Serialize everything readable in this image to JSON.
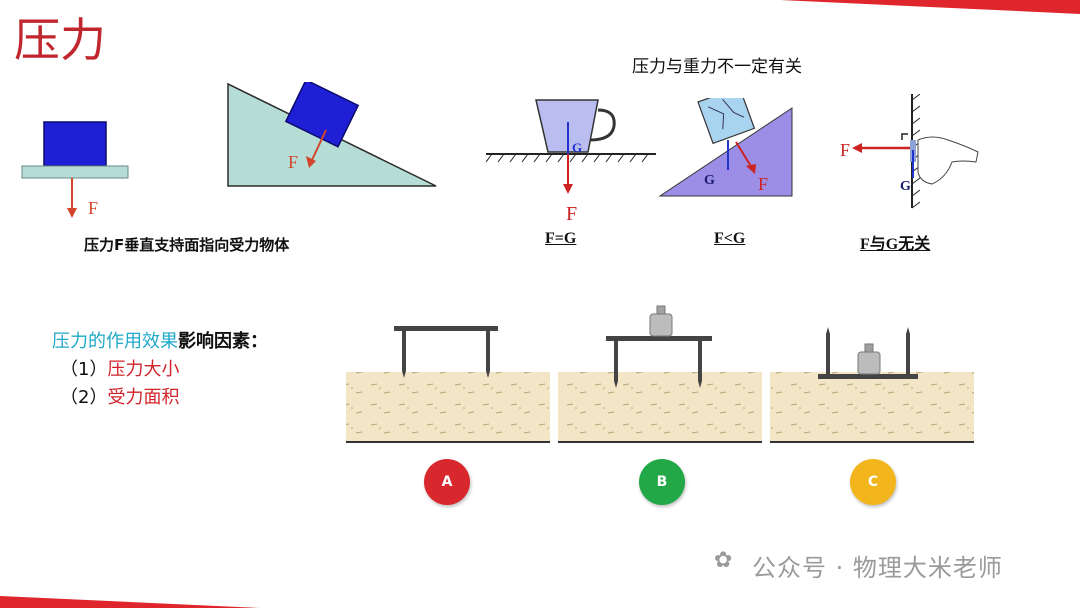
{
  "title": "压力",
  "subtitle": "压力与重力不一定有关",
  "diagram1": {
    "force_label_left": "F",
    "force_label_slope": "F",
    "caption": "压力F垂直支持面指向受力物体"
  },
  "diagram2": {
    "cup": {
      "force": "F",
      "gravity": "G",
      "caption": "F=G"
    },
    "incline": {
      "force": "F",
      "gravity": "G",
      "caption": "F<G"
    },
    "wall": {
      "force": "F",
      "gravity": "G",
      "caption": "F与G无关"
    }
  },
  "factors": {
    "heading_colored": "压力的作用效果",
    "heading_rest": "影响因素：",
    "item1_num": "（1）",
    "item1_text": "压力大小",
    "item2_num": "（2）",
    "item2_text": "受力面积"
  },
  "experiments": [
    {
      "label": "A",
      "color": "#d9272e"
    },
    {
      "label": "B",
      "color": "#22a846"
    },
    {
      "label": "C",
      "color": "#f2b51b"
    }
  ],
  "watermark": "公众号 · 物理大米老师",
  "colors": {
    "accent_red": "#c0262d",
    "block_blue": "#1f1fd6",
    "slope_teal": "#b6dcd6",
    "incline_purple": "#9c8ee6",
    "sand": "#f2e6c7"
  }
}
